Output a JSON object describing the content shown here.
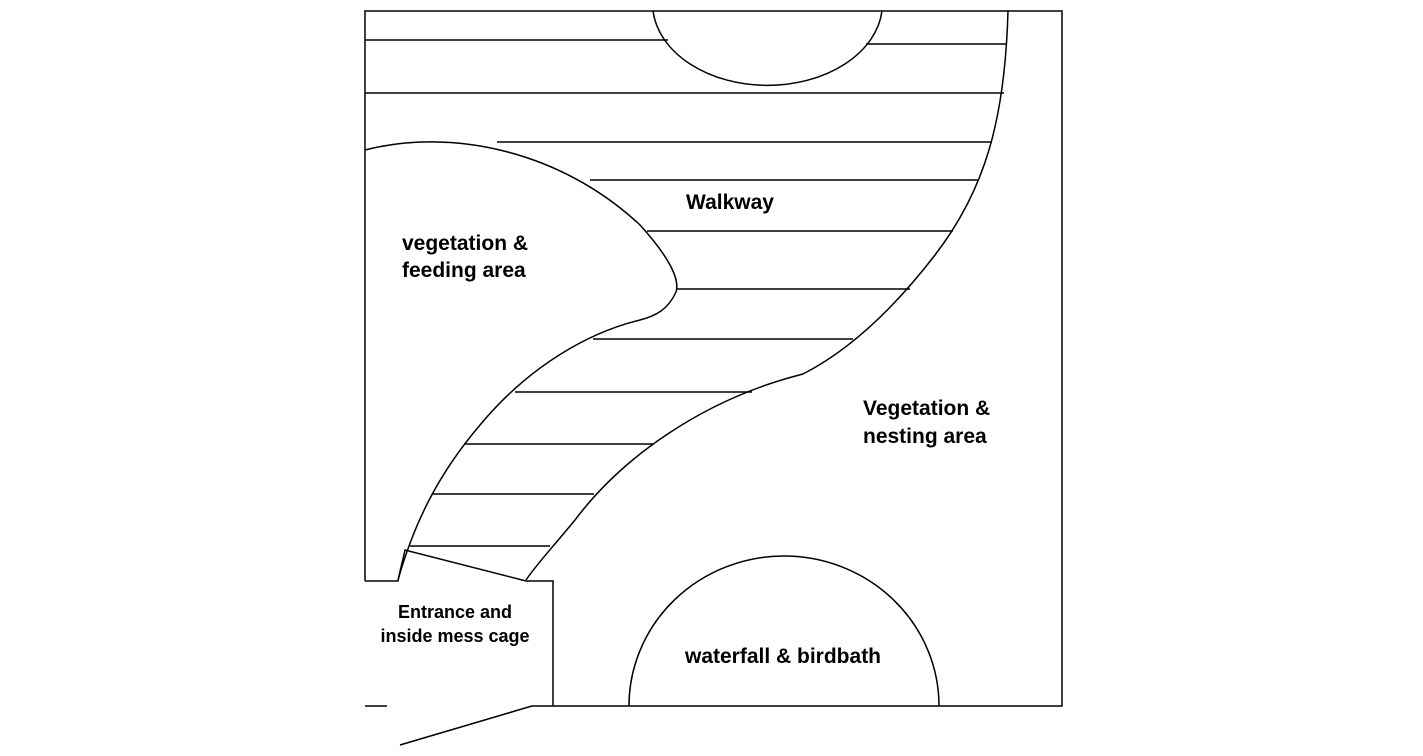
{
  "colors": {
    "line": "#000000",
    "background": "#ffffff"
  },
  "labels": {
    "walkway": "Walkway",
    "feeding_line1": "vegetation &",
    "feeding_line2": "feeding area",
    "nesting_line1": "Vegetation &",
    "nesting_line2": "nesting area",
    "entrance_line1": "Entrance and",
    "entrance_line2": "inside mess cage",
    "waterfall": "waterfall & birdbath"
  }
}
